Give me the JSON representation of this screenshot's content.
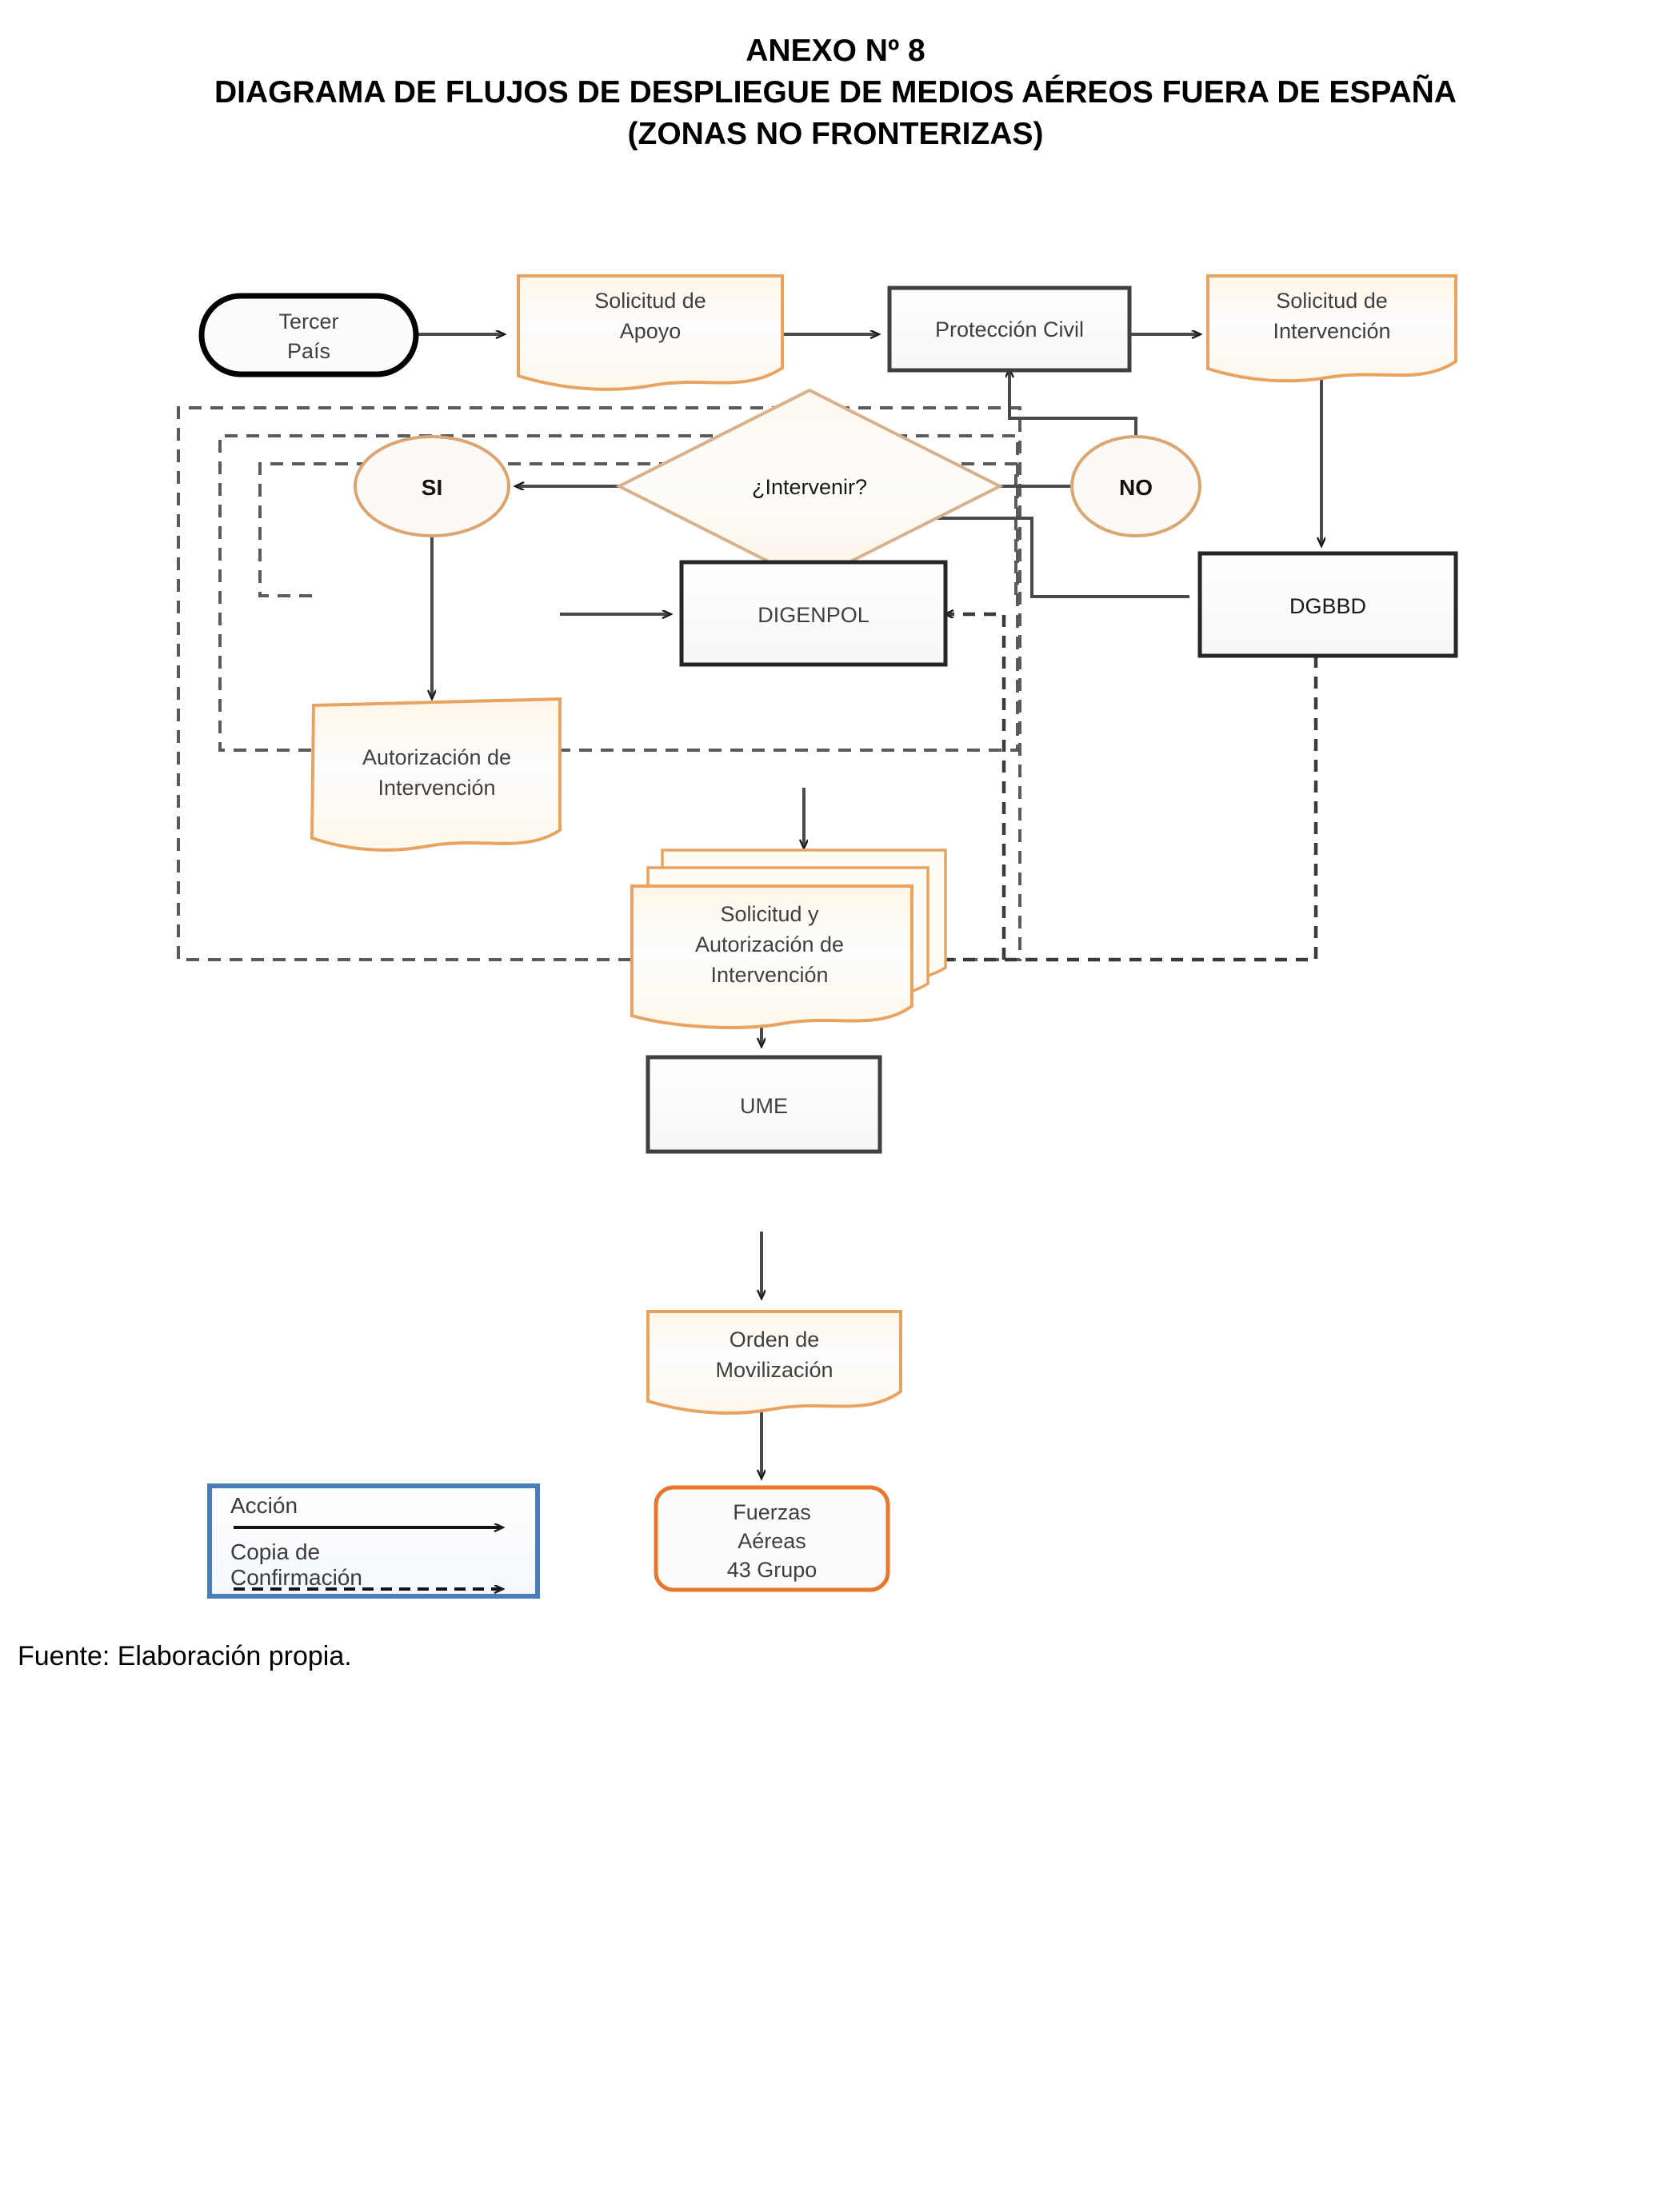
{
  "document": {
    "title_line_1": "ANEXO Nº 8",
    "title_line_2": "DIAGRAMA DE FLUJOS DE DESPLIEGUE DE MEDIOS AÉREOS FUERA DE ESPAÑA",
    "title_line_3": "(ZONAS NO FRONTERIZAS)",
    "source_note": "Fuente: Elaboración propia."
  },
  "colors": {
    "document_border": "#E8A361",
    "document_fill": "#FFFAF2",
    "process_border": "#3F3F3F",
    "process_fill": "#FCFCFC",
    "terminator_border": "#000000",
    "decision_border": "#D9B08C",
    "decision_fill": "#FDF8F1",
    "legend_border": "#4A7EBB",
    "legend_fill": "#FAFCFF",
    "connector": "#3F3F3F",
    "dashed_connector": "#555555",
    "aircraft_border": "#E8762C"
  },
  "chart_data": {
    "type": "diagram",
    "title": "DIAGRAMA DE FLUJOS DE DESPLIEGUE DE MEDIOS AÉREOS FUERA DE ESPAÑA (ZONAS NO FRONTERIZAS)",
    "nodes": [
      {
        "id": "tercer-pais",
        "label": "Tercer\nPaís",
        "shape": "terminator"
      },
      {
        "id": "solicitud-apoyo",
        "label": "Solicitud de\nApoyo",
        "shape": "document"
      },
      {
        "id": "proteccion-civil",
        "label": "Protección Civil",
        "shape": "process"
      },
      {
        "id": "solicitud-intervencion",
        "label": "Solicitud de\nIntervención",
        "shape": "document"
      },
      {
        "id": "si",
        "label": "SI",
        "shape": "ellipse"
      },
      {
        "id": "intervenir",
        "label": "¿Intervenir?",
        "shape": "decision"
      },
      {
        "id": "no",
        "label": "NO",
        "shape": "ellipse"
      },
      {
        "id": "autorizacion-intervencion",
        "label": "Autorización de\nIntervención",
        "shape": "document"
      },
      {
        "id": "digenpol",
        "label": "DIGENPOL",
        "shape": "process"
      },
      {
        "id": "dgbbd",
        "label": "DGBBD",
        "shape": "process"
      },
      {
        "id": "solicitud-y-autorizacion",
        "label": "Solicitud y\nAutorización de\nIntervención",
        "shape": "multidocument"
      },
      {
        "id": "ume",
        "label": "UME",
        "shape": "process"
      },
      {
        "id": "orden-movilizacion",
        "label": "Orden de\nMovilización",
        "shape": "document"
      },
      {
        "id": "fuerzas-aereas",
        "label": "Fuerzas\nAéreas\n43 Grupo",
        "shape": "rounded"
      }
    ],
    "edges": [
      {
        "from": "tercer-pais",
        "to": "solicitud-apoyo",
        "style": "solid"
      },
      {
        "from": "solicitud-apoyo",
        "to": "proteccion-civil",
        "style": "solid"
      },
      {
        "from": "proteccion-civil",
        "to": "solicitud-intervencion",
        "style": "solid"
      },
      {
        "from": "solicitud-intervencion",
        "to": "dgbbd",
        "style": "solid"
      },
      {
        "from": "dgbbd",
        "to": "intervenir",
        "style": "solid"
      },
      {
        "from": "intervenir",
        "to": "si",
        "style": "solid"
      },
      {
        "from": "intervenir",
        "to": "no",
        "style": "solid"
      },
      {
        "from": "no",
        "to": "proteccion-civil",
        "style": "solid"
      },
      {
        "from": "si",
        "to": "autorizacion-intervencion",
        "style": "solid"
      },
      {
        "from": "autorizacion-intervencion",
        "to": "digenpol",
        "style": "solid"
      },
      {
        "from": "digenpol",
        "to": "solicitud-y-autorizacion",
        "style": "solid"
      },
      {
        "from": "solicitud-y-autorizacion",
        "to": "ume",
        "style": "solid"
      },
      {
        "from": "ume",
        "to": "orden-movilizacion",
        "style": "solid"
      },
      {
        "from": "orden-movilizacion",
        "to": "fuerzas-aereas",
        "style": "solid"
      },
      {
        "from": "orden-movilizacion",
        "to": "dgbbd",
        "style": "dashed"
      },
      {
        "from": "dgbbd",
        "to": "digenpol",
        "style": "dashed"
      },
      {
        "from": "autorizacion-intervencion",
        "to": "proteccion-civil",
        "style": "dashed"
      },
      {
        "from": "solicitud-y-autorizacion",
        "to": "proteccion-civil",
        "style": "dashed"
      },
      {
        "from": "orden-movilizacion",
        "to": "proteccion-civil",
        "style": "dashed"
      }
    ]
  },
  "nodes": {
    "tercer_pais": {
      "line1": "Tercer",
      "line2": "País"
    },
    "solicitud_apoyo": {
      "line1": "Solicitud de",
      "line2": "Apoyo"
    },
    "proteccion_civil": {
      "line1": "Protección Civil"
    },
    "solicitud_intervencion": {
      "line1": "Solicitud de",
      "line2": "Intervención"
    },
    "si": {
      "line1": "SI"
    },
    "intervenir": {
      "line1": "¿Intervenir?"
    },
    "no": {
      "line1": "NO"
    },
    "autorizacion_intervencion": {
      "line1": "Autorización de",
      "line2": "Intervención"
    },
    "digenpol": {
      "line1": "DIGENPOL"
    },
    "dgbbd": {
      "line1": "DGBBD"
    },
    "solicitud_y_autorizacion": {
      "line1": "Solicitud y",
      "line2": "Autorización de",
      "line3": "Intervención"
    },
    "ume": {
      "line1": "UME"
    },
    "orden_movilizacion": {
      "line1": "Orden de",
      "line2": "Movilización"
    },
    "fuerzas_aereas": {
      "line1": "Fuerzas",
      "line2": "Aéreas",
      "line3": "43 Grupo"
    }
  },
  "legend": {
    "action_label": "Acción",
    "copy_label_line1": "Copia de",
    "copy_label_line2": "Confirmación"
  }
}
